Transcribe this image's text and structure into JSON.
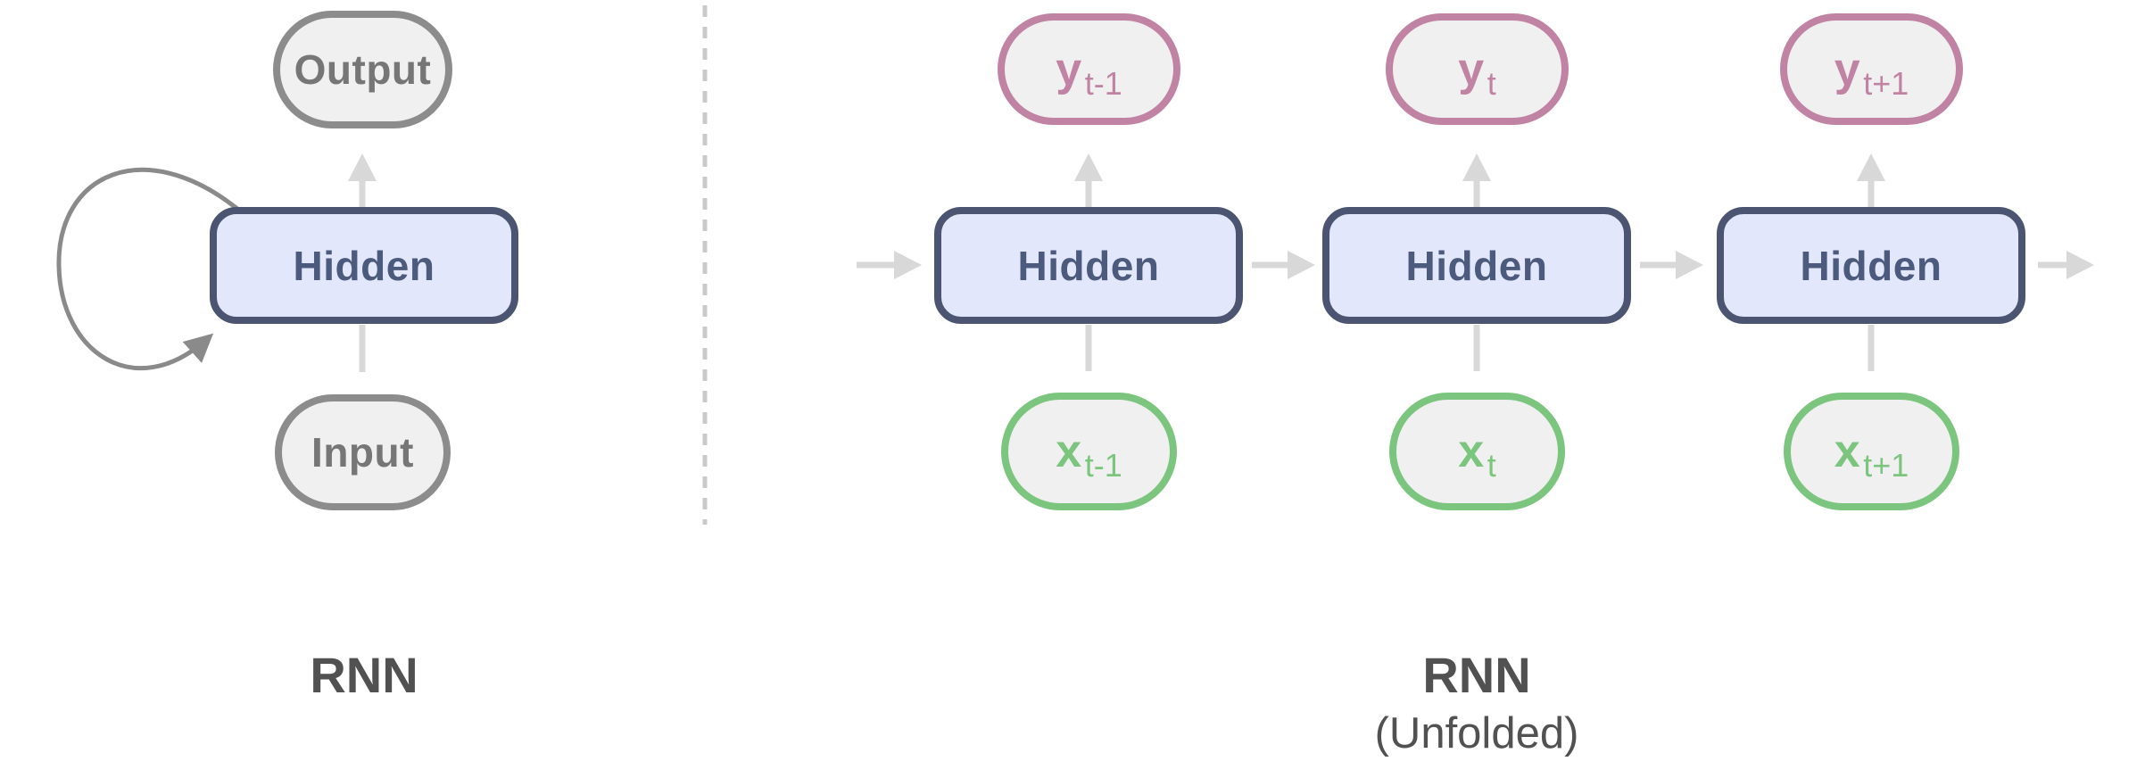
{
  "diagram": {
    "title_left": "RNN",
    "title_right": "RNN",
    "title_right_sub": "(Unfolded)",
    "left": {
      "nodes": {
        "output": "Output",
        "hidden": "Hidden",
        "input": "Input"
      }
    },
    "right": {
      "columns": [
        {
          "output_main": "y",
          "output_sub": "t-1",
          "hidden": "Hidden",
          "input_main": "x",
          "input_sub": "t-1"
        },
        {
          "output_main": "y",
          "output_sub": "t",
          "hidden": "Hidden",
          "input_main": "x",
          "input_sub": "t"
        },
        {
          "output_main": "y",
          "output_sub": "t+1",
          "hidden": "Hidden",
          "input_main": "x",
          "input_sub": "t+1"
        }
      ]
    },
    "colors": {
      "hidden_border": "#4b5571",
      "hidden_fill": "#e2e7fb",
      "hidden_text": "#4c5a7d",
      "io_border": "#8c8c8c",
      "io_fill": "#f0f0f0",
      "io_text": "#767676",
      "y_accent": "#c183a3",
      "x_accent": "#7cc57f",
      "arrow_light": "#d8d8d8",
      "arrow_loop": "#8a8a8a",
      "caption_text": "#515151",
      "divider": "#c9c9c9"
    }
  }
}
